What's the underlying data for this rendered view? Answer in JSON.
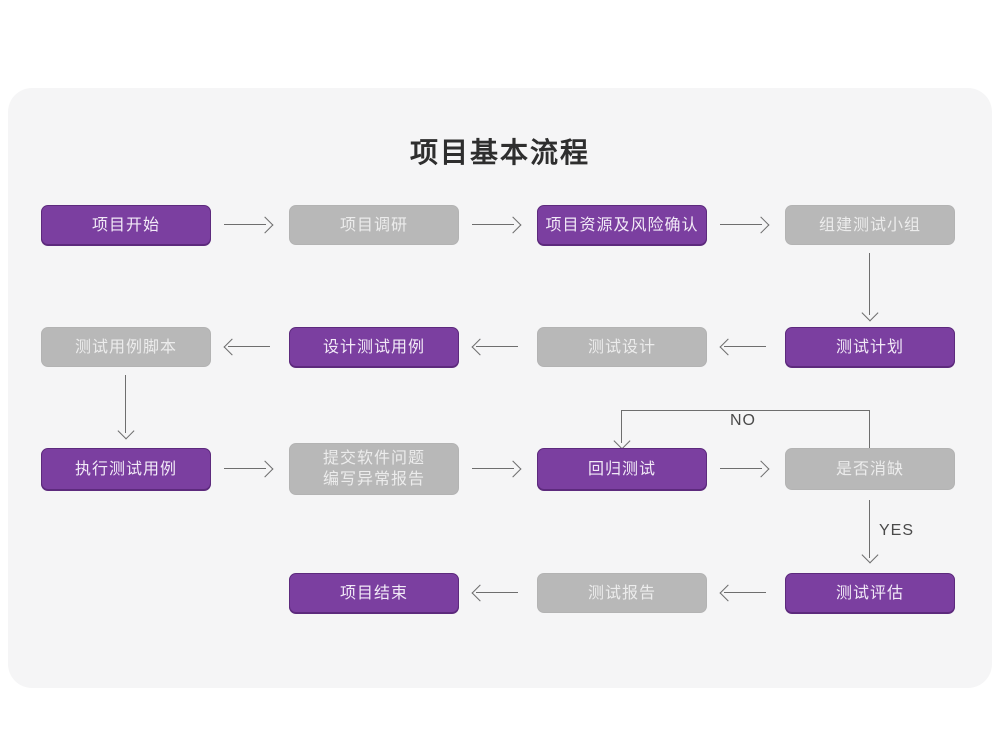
{
  "diagram": {
    "title": "项目基本流程",
    "background_color": "#ffffff",
    "panel_color": "#f5f5f6",
    "accent_purple": "#7b3fa0",
    "accent_gray": "#b8b8b8",
    "connector_color": "#6e6e6e"
  },
  "nodes": {
    "n01": {
      "label": "项目开始",
      "style": "purple"
    },
    "n02": {
      "label": "项目调研",
      "style": "gray"
    },
    "n03": {
      "label": "项目资源及风险确认",
      "style": "purple"
    },
    "n04": {
      "label": "组建测试小组",
      "style": "gray"
    },
    "n05": {
      "label": "测试计划",
      "style": "purple"
    },
    "n06": {
      "label": "测试设计",
      "style": "gray"
    },
    "n07": {
      "label": "设计测试用例",
      "style": "purple"
    },
    "n08": {
      "label": "测试用例脚本",
      "style": "gray"
    },
    "n09": {
      "label": "执行测试用例",
      "style": "purple"
    },
    "n10": {
      "label": "提交软件问题\n编写异常报告",
      "style": "gray"
    },
    "n11": {
      "label": "回归测试",
      "style": "purple"
    },
    "n12": {
      "label": "是否消缺",
      "style": "gray"
    },
    "n13": {
      "label": "测试评估",
      "style": "purple"
    },
    "n14": {
      "label": "测试报告",
      "style": "gray"
    },
    "n15": {
      "label": "项目结束",
      "style": "purple"
    }
  },
  "edge_labels": {
    "no": "NO",
    "yes": "YES"
  }
}
